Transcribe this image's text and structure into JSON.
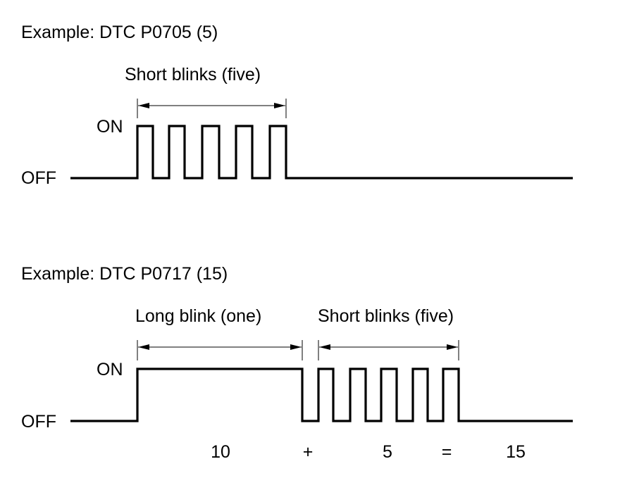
{
  "diagram1": {
    "title": "Example: DTC P0705 (5)",
    "on_label": "ON",
    "off_label": "OFF",
    "span_label": "Short blinks (five)"
  },
  "diagram2": {
    "title": "Example: DTC P0717 (15)",
    "on_label": "ON",
    "off_label": "OFF",
    "long_label": "Long blink (one)",
    "short_label": "Short blinks (five)",
    "sum": {
      "long_value": "10",
      "plus": "+",
      "short_value": "5",
      "equals": "=",
      "total": "15"
    }
  },
  "colors": {
    "line": "#000000",
    "background": "#ffffff"
  }
}
